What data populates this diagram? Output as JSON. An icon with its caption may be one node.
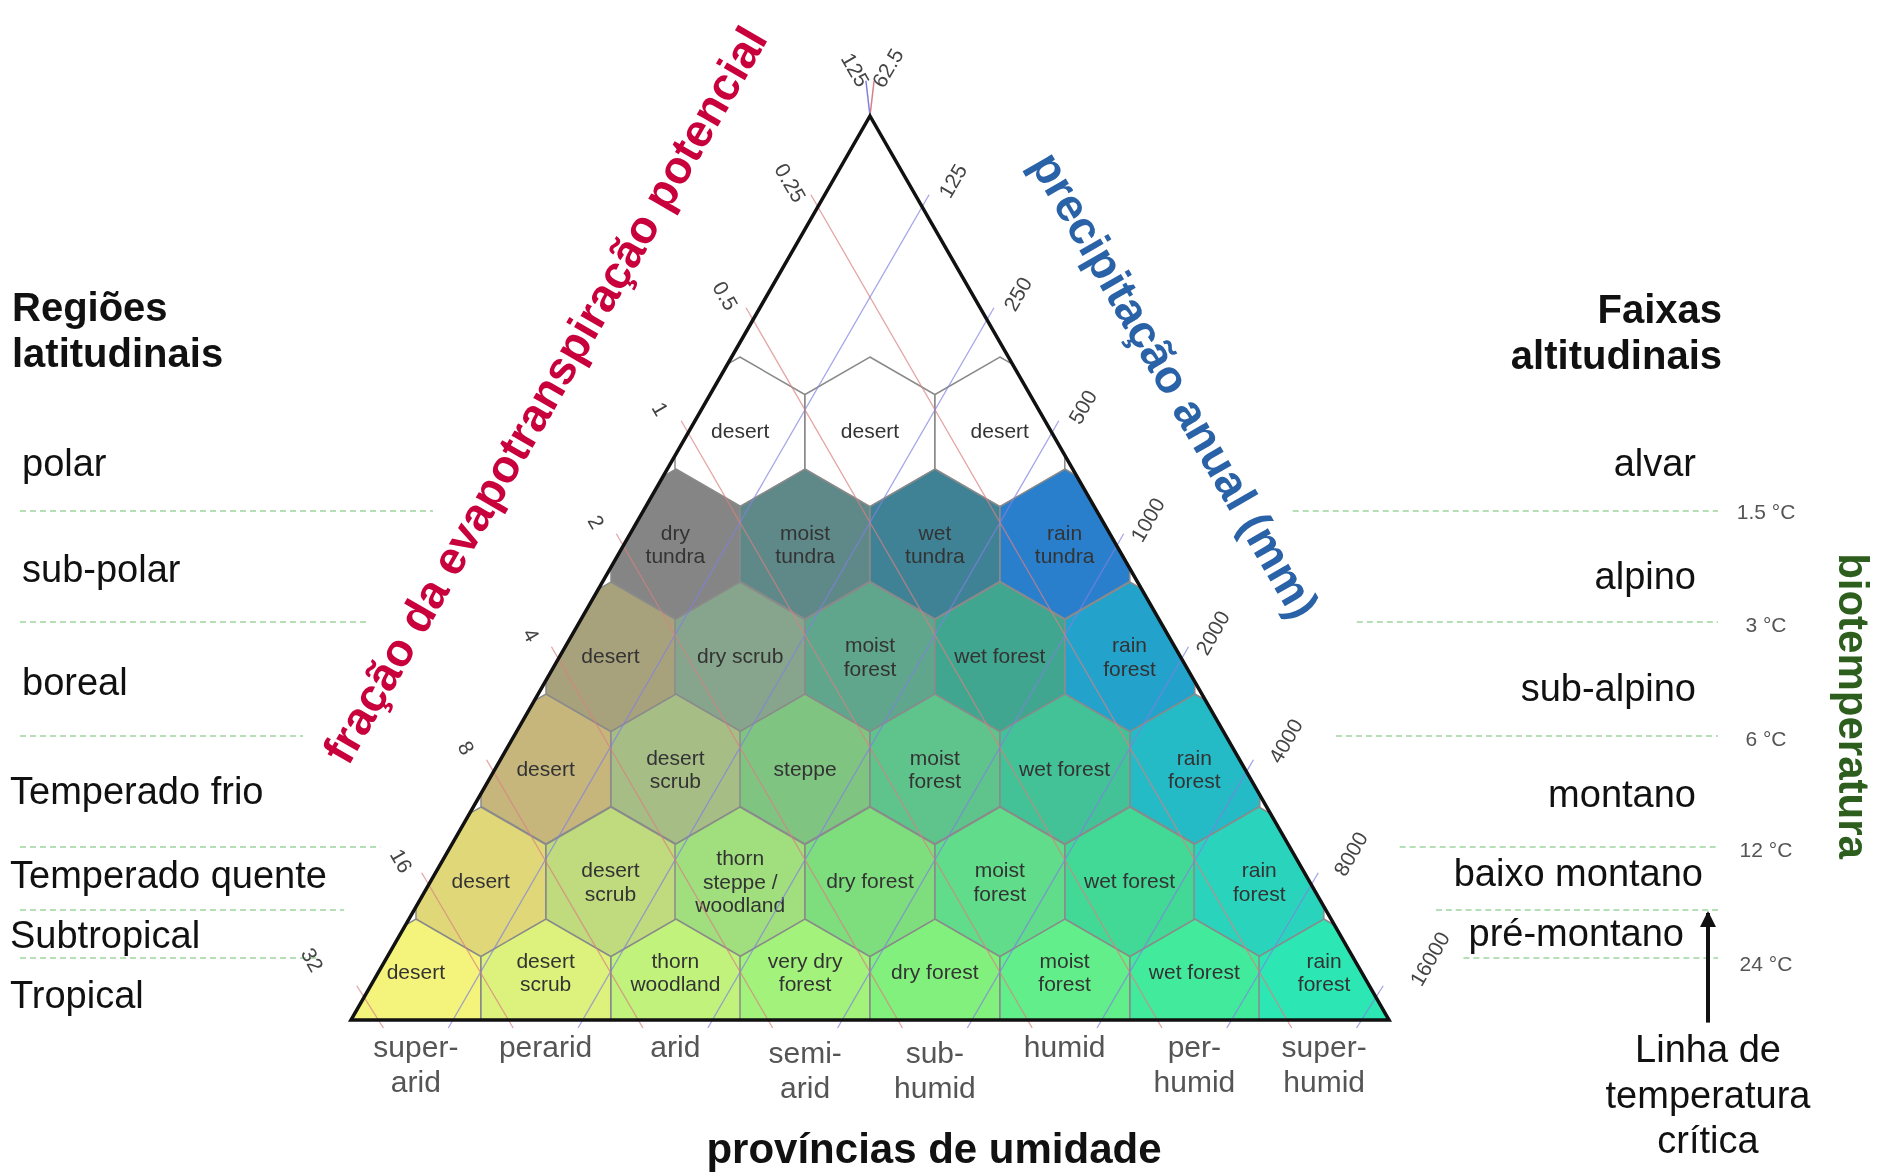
{
  "diagram": {
    "nodes": [
      {
        "text": [
          "desert"
        ]
      },
      {
        "text": [
          "desert"
        ]
      },
      {
        "text": [
          "desert"
        ]
      },
      {
        "text": [
          "dry tundra"
        ]
      },
      {
        "text": [
          "moist tundra"
        ]
      },
      {
        "text": [
          "wet tundra"
        ]
      },
      {
        "text": [
          "rain tundra"
        ]
      },
      {
        "text": [
          "desert"
        ]
      },
      {
        "text": [
          "dry scrub"
        ]
      },
      {
        "text": [
          "moist forest"
        ]
      },
      {
        "text": [
          "wet forest"
        ]
      },
      {
        "text": [
          "rain forest"
        ]
      },
      {
        "text": [
          "desert"
        ]
      },
      {
        "text": [
          "desert scrub"
        ]
      },
      {
        "text": [
          "steppe"
        ]
      },
      {
        "text": [
          "moist forest"
        ]
      },
      {
        "text": [
          "wet forest"
        ]
      },
      {
        "text": [
          "rain forest"
        ]
      },
      {
        "text": [
          "desert"
        ]
      },
      {
        "text": [
          "desert scrub"
        ]
      },
      {
        "text": [
          "thorn steppe / woodland"
        ]
      },
      {
        "text": [
          "dry forest"
        ]
      },
      {
        "text": [
          "moist forest"
        ]
      },
      {
        "text": [
          "wet forest"
        ]
      },
      {
        "text": [
          "rain forest"
        ]
      },
      {
        "text": [
          "desert"
        ]
      },
      {
        "text": [
          "desert scrub"
        ]
      },
      {
        "text": [
          "thorn woodland"
        ]
      },
      {
        "text": [
          "very dry forest"
        ]
      },
      {
        "text": [
          "dry forest"
        ]
      },
      {
        "text": [
          "moist forest"
        ]
      },
      {
        "text": [
          "wet forest"
        ]
      },
      {
        "text": [
          "rain forest"
        ]
      },
      {
        "text": [
          "Linha de temperatura crítica"
        ]
      },
      {
        "text": [],
        "shape": "line"
      }
    ],
    "edges": [
      {
        "from": 33,
        "to": 34,
        "arrow": "to"
      }
    ],
    "labels": [
      "fração da evapotranspiração potencial",
      "125",
      "0.25",
      "0.5",
      "1",
      "2",
      "4",
      "8",
      "16",
      "32",
      "precipitação anual (mm)",
      "62.5",
      "125",
      "250",
      "500",
      "1000",
      "2000",
      "4000",
      "8000",
      "16000",
      "Regiões latitudinais",
      "polar",
      "sub-polar",
      "boreal",
      "Temperado frio",
      "Temperado quente",
      "Subtropical",
      "Tropical",
      "Faixas altitudinais",
      "alvar",
      "alpino",
      "sub-alpino",
      "montano",
      "baixo montano",
      "pré-montano",
      "1.5 °C",
      "3 °C",
      "6 °C",
      "12 °C",
      "24 °C",
      "biotemperatura",
      "super-arid",
      "perarid",
      "arid",
      "semi-arid",
      "sub-humid",
      "humid",
      "per-humid",
      "super-humid",
      "províncias de umidade"
    ]
  }
}
